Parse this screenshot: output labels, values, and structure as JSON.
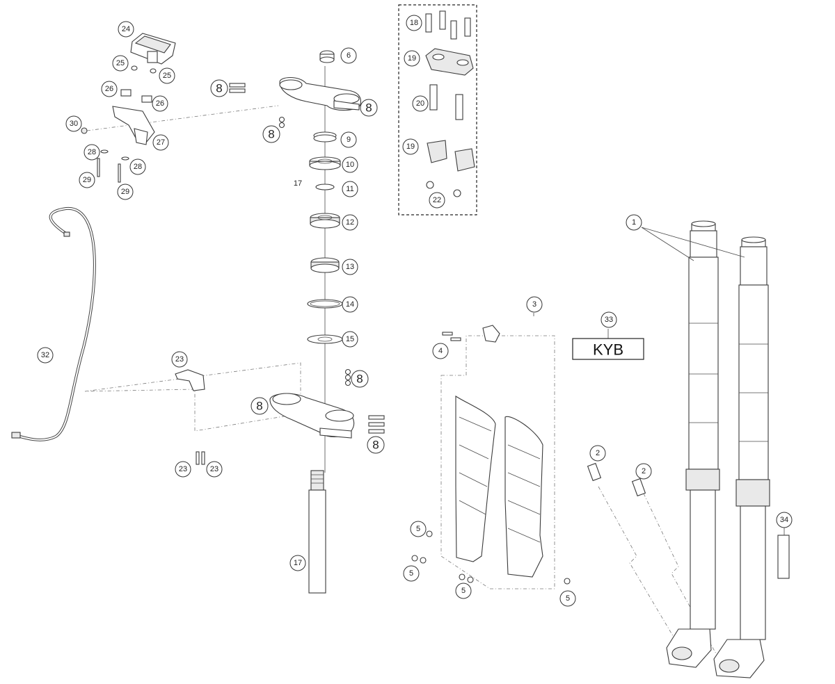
{
  "callouts": [
    {
      "label": "24"
    },
    {
      "label": "25"
    },
    {
      "label": "25"
    },
    {
      "label": "26"
    },
    {
      "label": "26"
    },
    {
      "label": "30"
    },
    {
      "label": "27"
    },
    {
      "label": "28"
    },
    {
      "label": "28"
    },
    {
      "label": "29"
    },
    {
      "label": "29"
    },
    {
      "label": "6"
    },
    {
      "label": "9"
    },
    {
      "label": "10"
    },
    {
      "label": "11"
    },
    {
      "label": "12"
    },
    {
      "label": "13"
    },
    {
      "label": "14"
    },
    {
      "label": "15"
    },
    {
      "label": "17"
    },
    {
      "label": "18"
    },
    {
      "label": "19"
    },
    {
      "label": "20"
    },
    {
      "label": "19"
    },
    {
      "label": "22"
    },
    {
      "label": "1"
    },
    {
      "label": "3"
    },
    {
      "label": "4"
    },
    {
      "label": "33"
    },
    {
      "label": "32"
    },
    {
      "label": "23"
    },
    {
      "label": "23"
    },
    {
      "label": "23"
    },
    {
      "label": "5"
    },
    {
      "label": "5"
    },
    {
      "label": "5"
    },
    {
      "label": "5"
    },
    {
      "label": "2"
    },
    {
      "label": "2"
    },
    {
      "label": "34"
    }
  ],
  "big_labels": [
    {
      "label": "8"
    },
    {
      "label": "8"
    },
    {
      "label": "8"
    },
    {
      "label": "8"
    },
    {
      "label": "8"
    },
    {
      "label": "8"
    },
    {
      "label": "17"
    }
  ],
  "brand_box": {
    "label": "KYB"
  }
}
